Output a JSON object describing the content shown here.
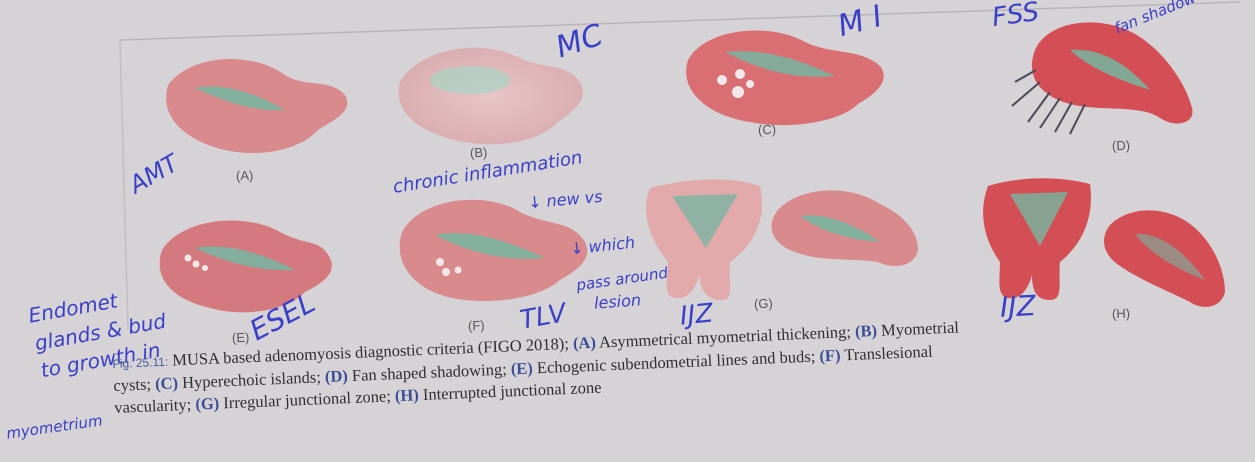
{
  "panels": {
    "A": "(A)",
    "B": "(B)",
    "C": "(C)",
    "D": "(D)",
    "E": "(E)",
    "F": "(F)",
    "G": "(G)",
    "H": "(H)"
  },
  "handwriting": {
    "amt": "AMT",
    "mc": "MC",
    "mi": "M I",
    "fss": "FSS",
    "fss_note": "fan shadow",
    "chronic": "chronic inflammation",
    "new_vs": "↓ new vs",
    "which": "↓ which",
    "pass_around": "pass around",
    "lesion": "lesion",
    "tlv": "TLV",
    "ijz_g": "IJZ",
    "ijz_h": "IJZ",
    "esel": "ESEL",
    "endomet": "Endomet",
    "glands": "glands & bud",
    "to_growth": "to growth in",
    "myometrium": "myometrium"
  },
  "caption": {
    "fig_no": "Fig. 25.11:",
    "line1_intro": " MUSA based adenomyosis diagnostic criteria (FIGO 2018); ",
    "a_letter": "(A)",
    "a_text": " Asymmetrical myometrial thickening; ",
    "b_letter": "(B)",
    "b_text": " Myometrial",
    "line2_start": "cysts; ",
    "c_letter": "(C)",
    "c_text": " Hyperechoic islands; ",
    "d_letter": "(D)",
    "d_text": " Fan shaped shadowing; ",
    "e_letter": "(E)",
    "e_text": " Echogenic subendometrial lines and buds; ",
    "f_letter": "(F)",
    "f_text": " Translesional",
    "line3_start": "vascularity; ",
    "g_letter": "(G)",
    "g_text": " Irregular junctional zone; ",
    "h_letter": "(H)",
    "h_text": " Interrupted junctional zone"
  },
  "colors": {
    "uterus": "#d98a8c",
    "uterus_dark": "#cf5a5e",
    "endometrium": "#74b6a1",
    "ink": "#3a3fc8"
  }
}
